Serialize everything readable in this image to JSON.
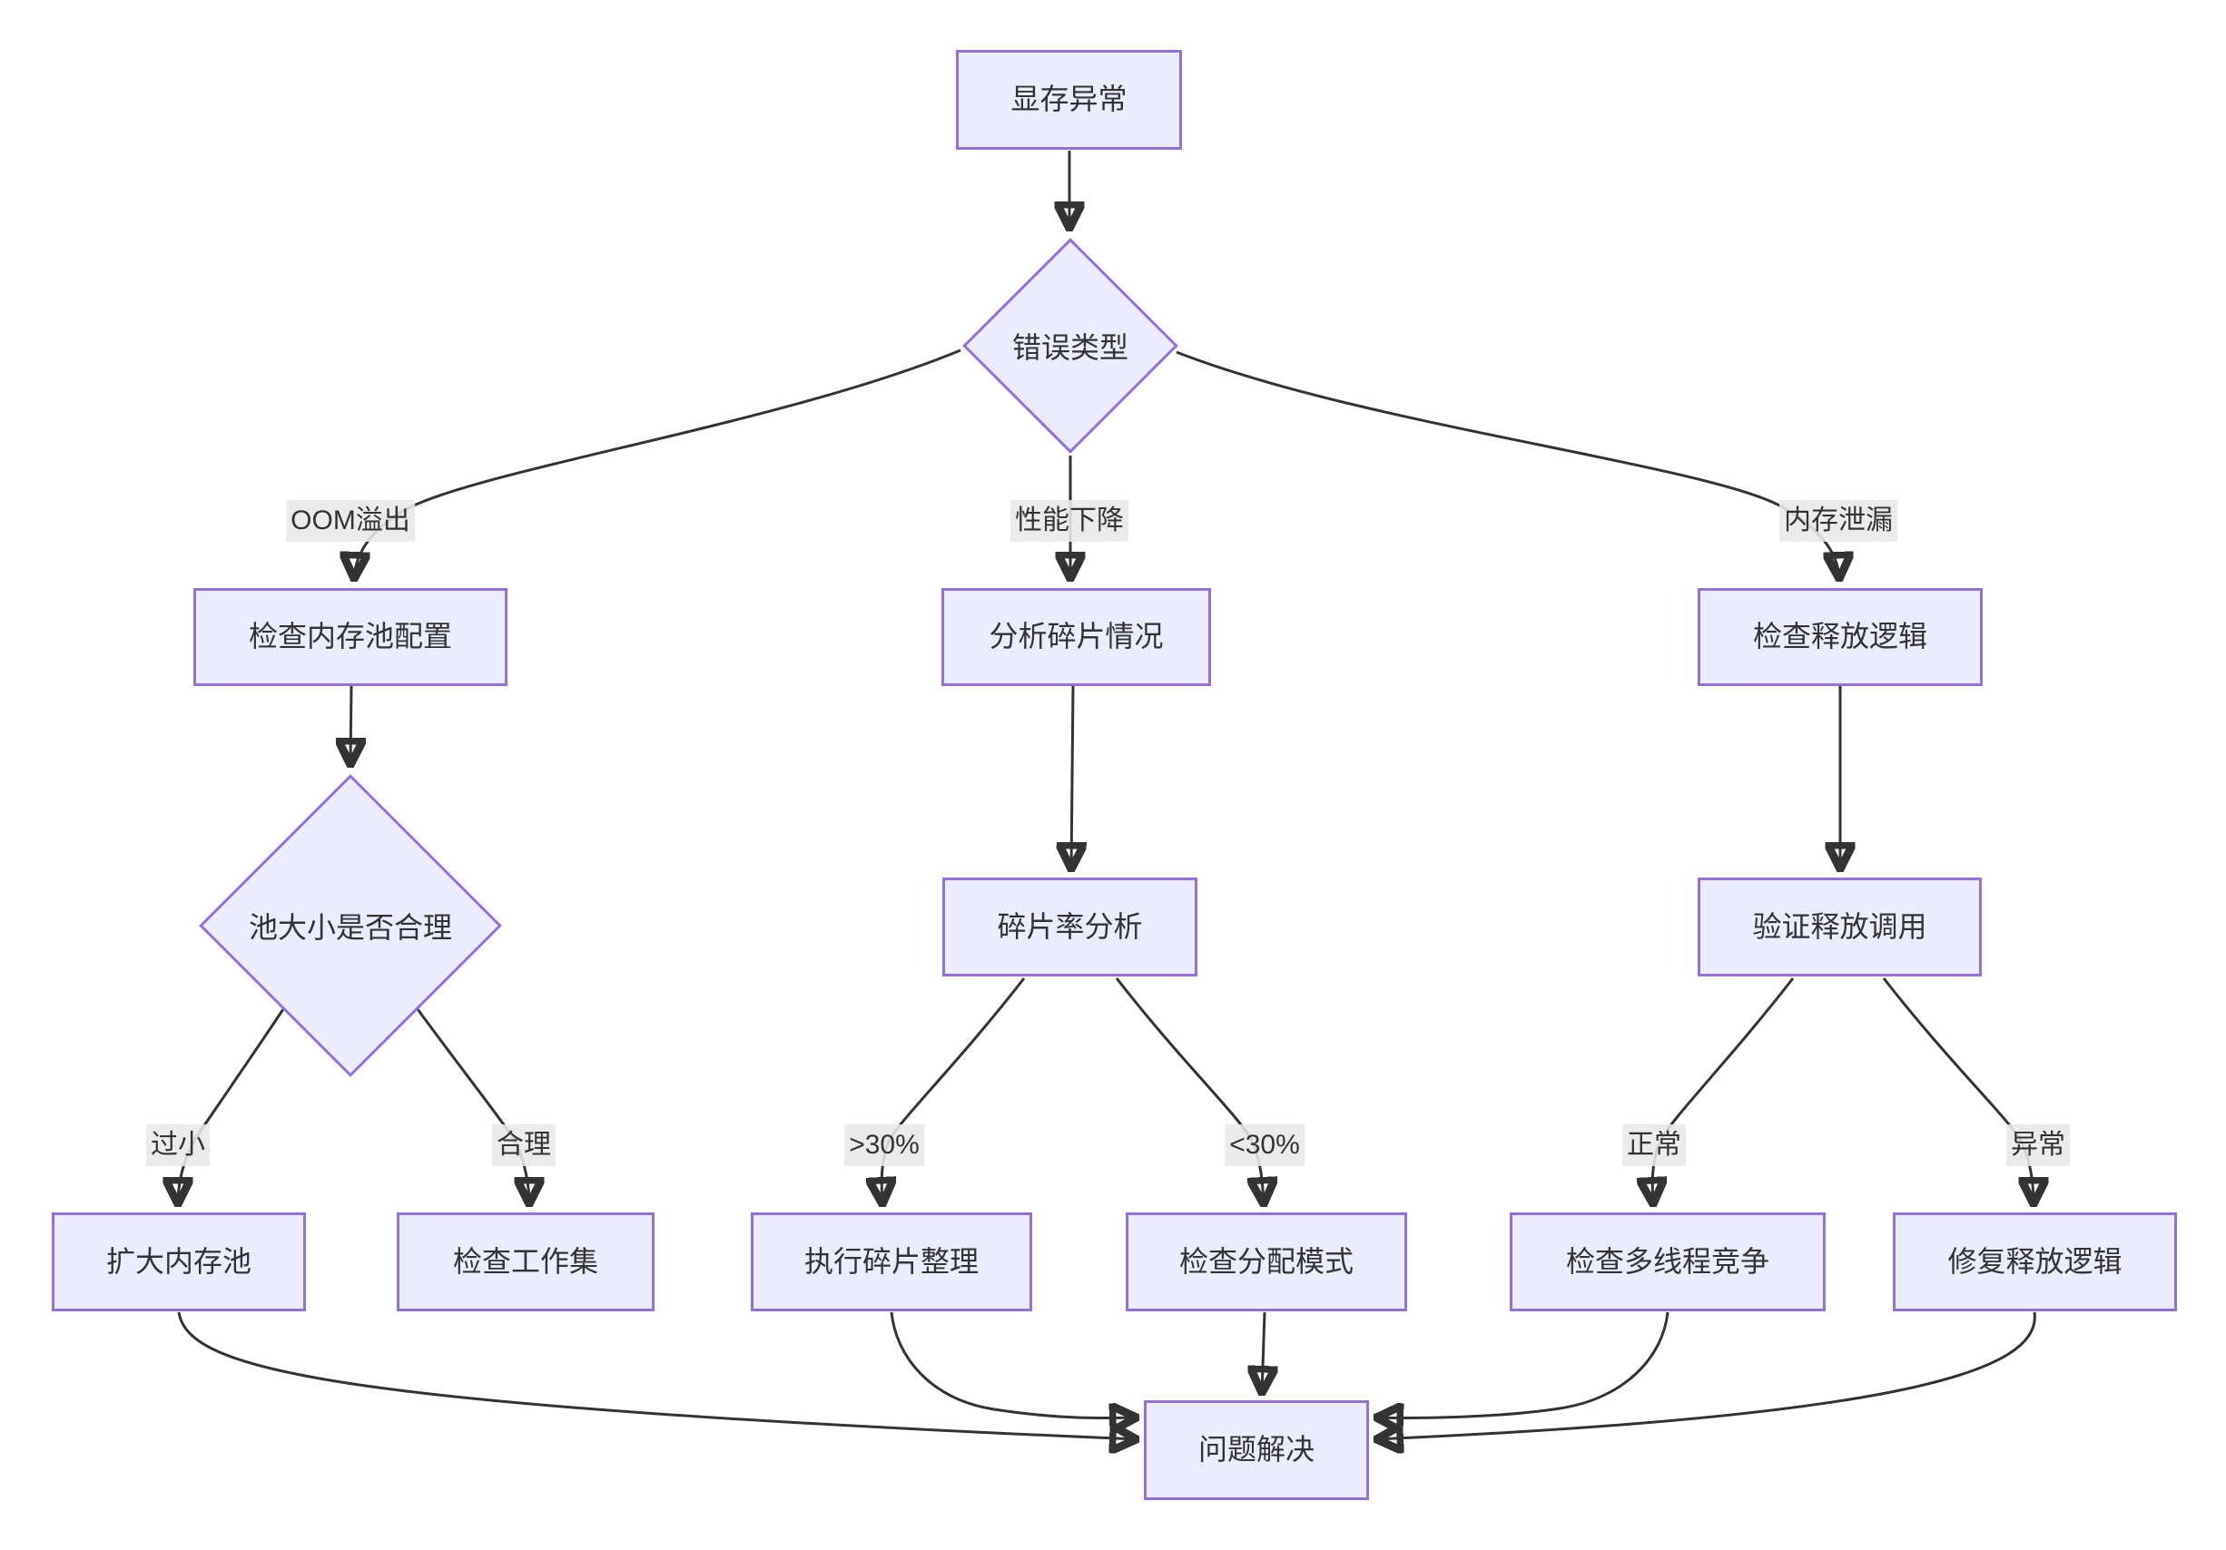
{
  "colors": {
    "node_fill": "#ECECFF",
    "node_border": "#9370DB",
    "edge_color": "#333333",
    "text_color": "#333333",
    "canvas_bg": "#ffffff"
  },
  "nodes": {
    "gpu_memory_anomaly": {
      "label": "显存异常"
    },
    "error_type": {
      "label": "错误类型"
    },
    "check_memory_pool_config": {
      "label": "检查内存池配置"
    },
    "analyze_fragmentation": {
      "label": "分析碎片情况"
    },
    "check_release_logic": {
      "label": "检查释放逻辑"
    },
    "pool_size_reasonable": {
      "label": "池大小是否合理"
    },
    "fragmentation_rate_analysis": {
      "label": "碎片率分析"
    },
    "verify_release_calls": {
      "label": "验证释放调用"
    },
    "expand_memory_pool": {
      "label": "扩大内存池"
    },
    "check_working_set": {
      "label": "检查工作集"
    },
    "perform_defragmentation": {
      "label": "执行碎片整理"
    },
    "check_allocation_pattern": {
      "label": "检查分配模式"
    },
    "check_multithread_contention": {
      "label": "检查多线程竞争"
    },
    "fix_release_logic": {
      "label": "修复释放逻辑"
    },
    "problem_solved": {
      "label": "问题解决"
    }
  },
  "edge_labels": {
    "oom_overflow": "OOM溢出",
    "performance_degradation": "性能下降",
    "memory_leak": "内存泄漏",
    "too_small": "过小",
    "reasonable": "合理",
    "gt_30_percent": ">30%",
    "lt_30_percent": "<30%",
    "normal": "正常",
    "abnormal": "异常"
  },
  "edges": [
    {
      "from": "显存异常",
      "to": "错误类型",
      "label": ""
    },
    {
      "from": "错误类型",
      "to": "检查内存池配置",
      "label": "OOM溢出"
    },
    {
      "from": "错误类型",
      "to": "分析碎片情况",
      "label": "性能下降"
    },
    {
      "from": "错误类型",
      "to": "检查释放逻辑",
      "label": "内存泄漏"
    },
    {
      "from": "检查内存池配置",
      "to": "池大小是否合理",
      "label": ""
    },
    {
      "from": "池大小是否合理",
      "to": "扩大内存池",
      "label": "过小"
    },
    {
      "from": "池大小是否合理",
      "to": "检查工作集",
      "label": "合理"
    },
    {
      "from": "分析碎片情况",
      "to": "碎片率分析",
      "label": ""
    },
    {
      "from": "碎片率分析",
      "to": "执行碎片整理",
      "label": ">30%"
    },
    {
      "from": "碎片率分析",
      "to": "检查分配模式",
      "label": "<30%"
    },
    {
      "from": "检查释放逻辑",
      "to": "验证释放调用",
      "label": ""
    },
    {
      "from": "验证释放调用",
      "to": "检查多线程竞争",
      "label": "正常"
    },
    {
      "from": "验证释放调用",
      "to": "修复释放逻辑",
      "label": "异常"
    },
    {
      "from": "扩大内存池",
      "to": "问题解决",
      "label": ""
    },
    {
      "from": "执行碎片整理",
      "to": "问题解决",
      "label": ""
    },
    {
      "from": "检查分配模式",
      "to": "问题解决",
      "label": ""
    },
    {
      "from": "检查多线程竞争",
      "to": "问题解决",
      "label": ""
    },
    {
      "from": "修复释放逻辑",
      "to": "问题解决",
      "label": ""
    }
  ]
}
